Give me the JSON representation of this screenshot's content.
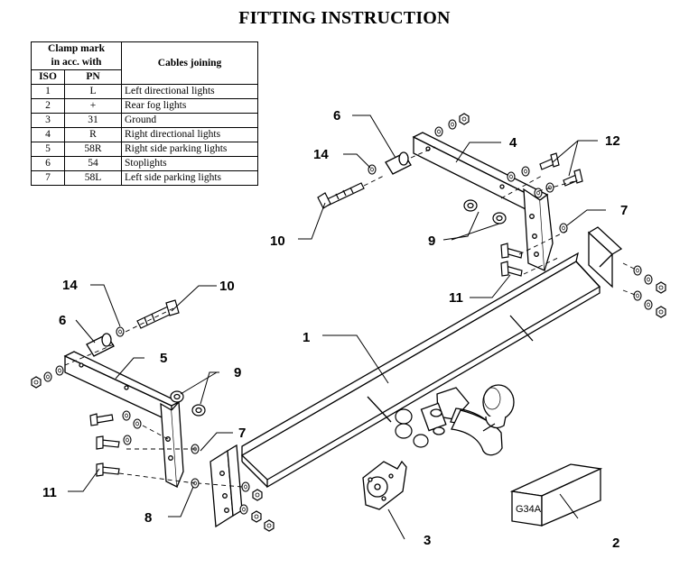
{
  "title": "FITTING INSTRUCTION",
  "table": {
    "header_clamp": [
      "Clamp mark",
      "in acc. with"
    ],
    "header_cables": "Cables joining",
    "header_iso": "ISO",
    "header_pn": "PN",
    "rows": [
      {
        "iso": "1",
        "pn": "L",
        "cable": "Left directional lights"
      },
      {
        "iso": "2",
        "pn": "+",
        "cable": "Rear fog lights"
      },
      {
        "iso": "3",
        "pn": "31",
        "cable": "Ground"
      },
      {
        "iso": "4",
        "pn": "R",
        "cable": "Right directional lights"
      },
      {
        "iso": "5",
        "pn": "58R",
        "cable": "Right side parking lights"
      },
      {
        "iso": "6",
        "pn": "54",
        "cable": "Stoplights"
      },
      {
        "iso": "7",
        "pn": "58L",
        "cable": "Left side parking lights"
      }
    ]
  },
  "plate_label": "G34A",
  "callouts": {
    "c1": "1",
    "c2": "2",
    "c3": "3",
    "c4": "4",
    "c5": "5",
    "c6a": "6",
    "c6b": "6",
    "c7a": "7",
    "c7b": "7",
    "c8": "8",
    "c9a": "9",
    "c9b": "9",
    "c10a": "10",
    "c10b": "10",
    "c11a": "11",
    "c11b": "11",
    "c12": "12",
    "c14a": "14",
    "c14b": "14"
  }
}
